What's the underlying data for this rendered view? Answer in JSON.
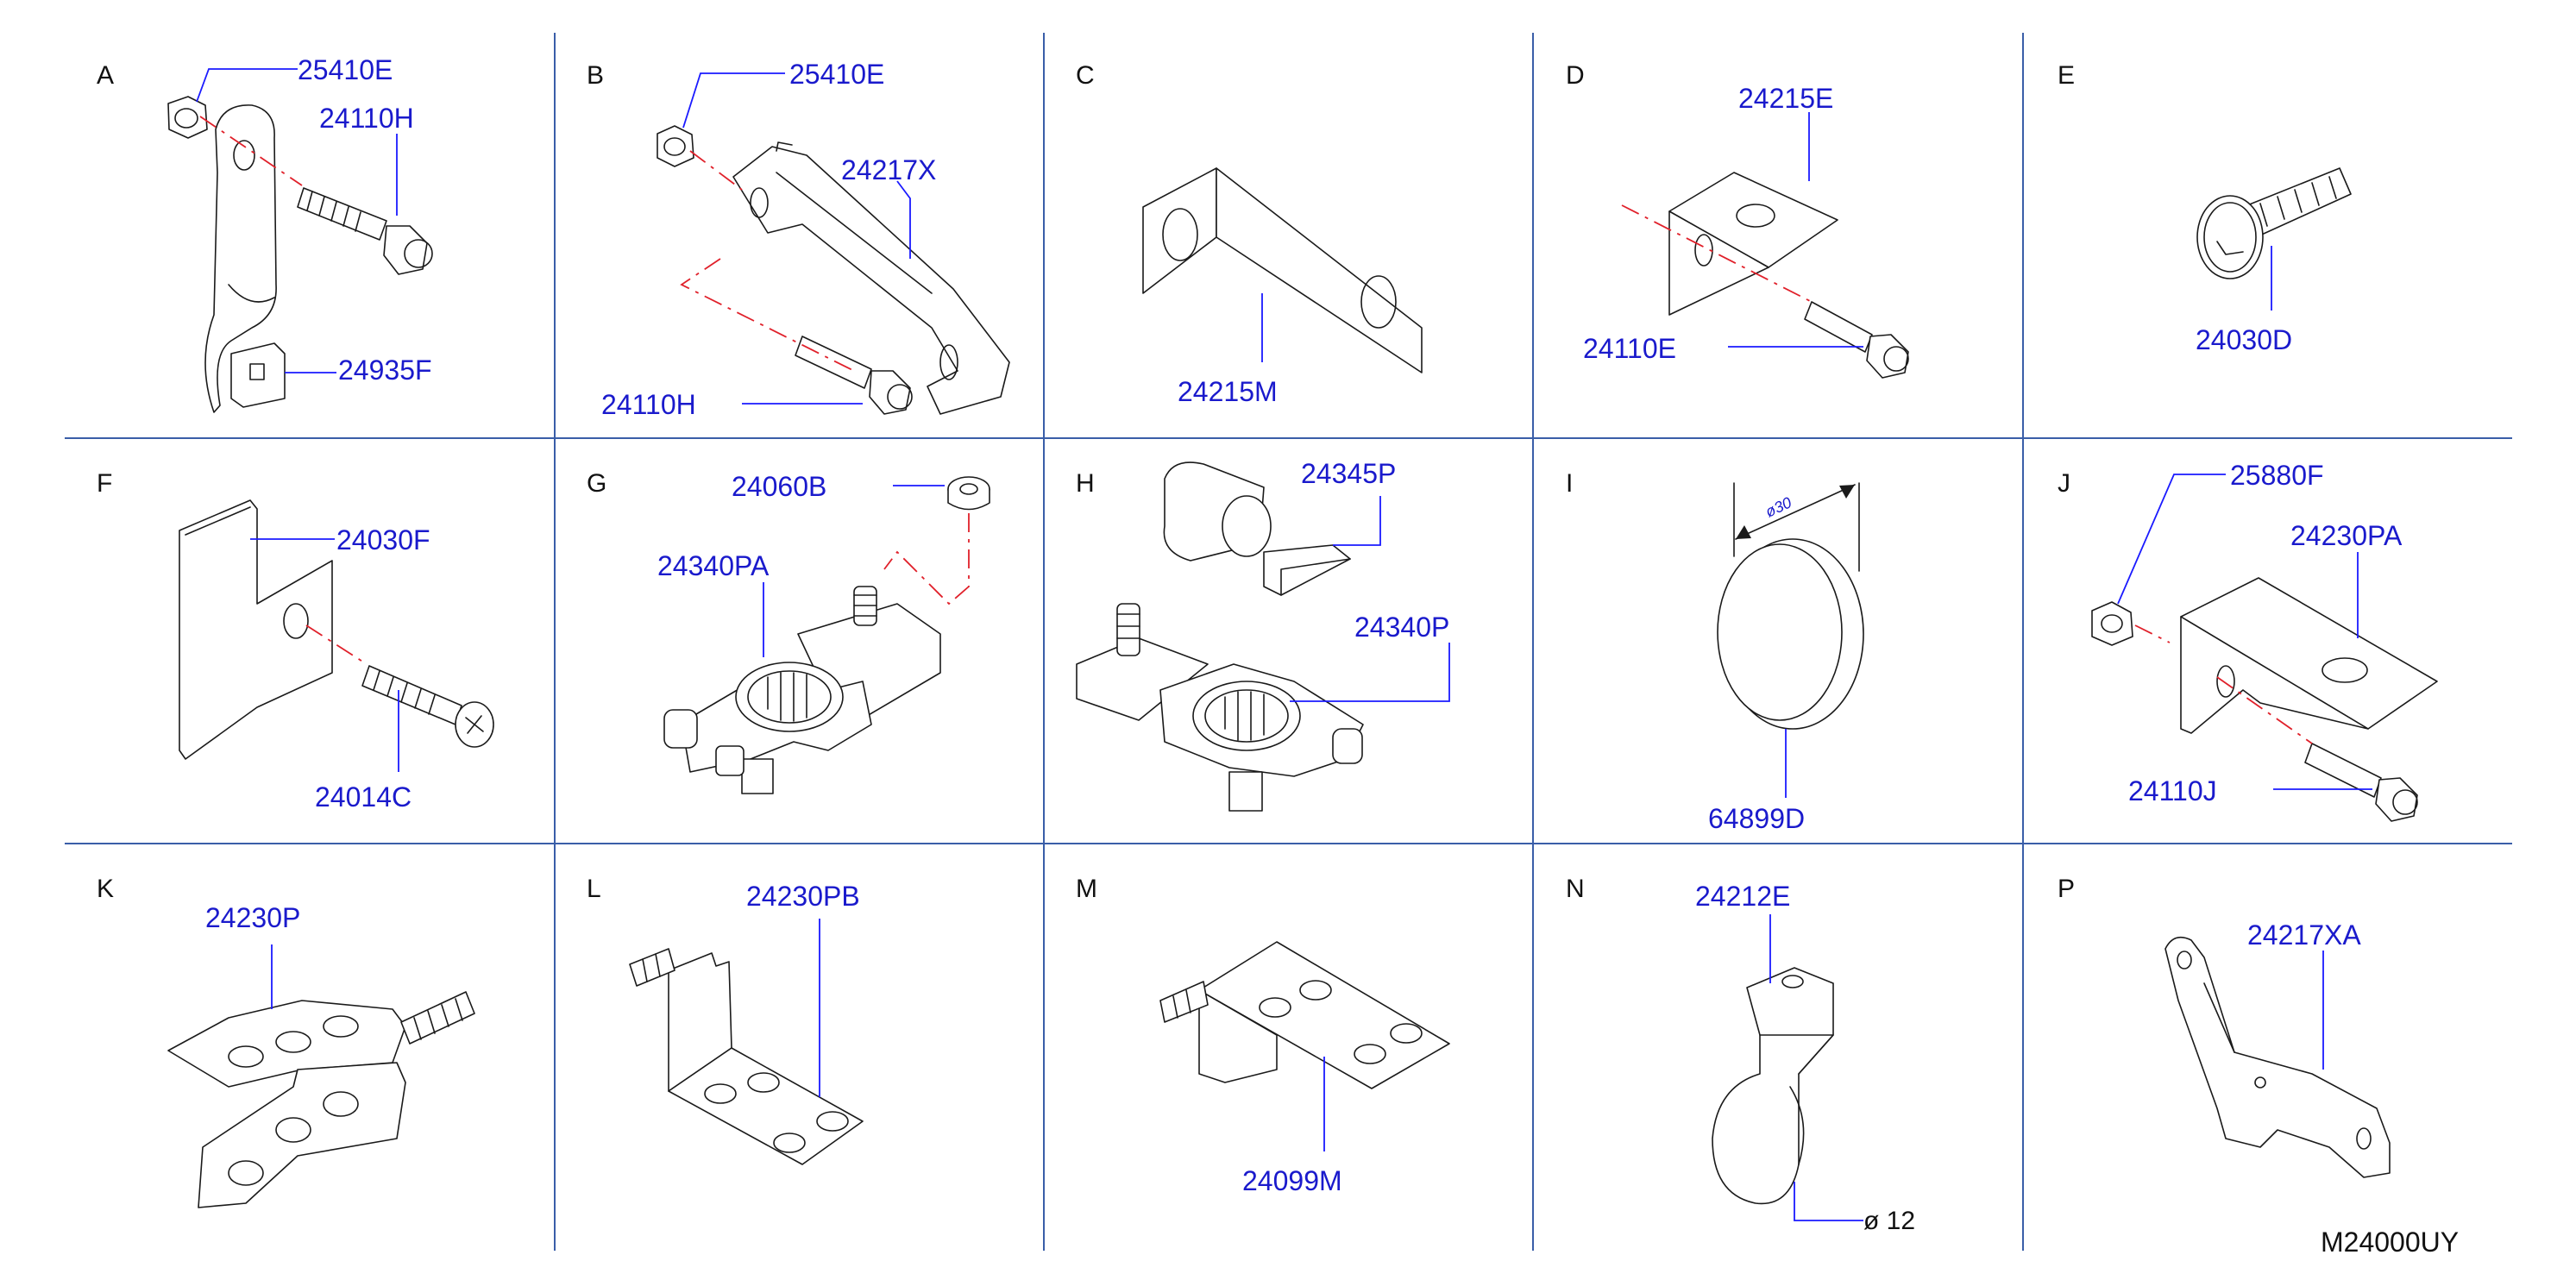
{
  "figure_code": "M24000UY",
  "panels": [
    {
      "letter": "A",
      "parts": [
        "25410E",
        "24110H",
        "24935F"
      ]
    },
    {
      "letter": "B",
      "parts": [
        "25410E",
        "24217X",
        "24110H"
      ]
    },
    {
      "letter": "C",
      "parts": [
        "24215M"
      ]
    },
    {
      "letter": "D",
      "parts": [
        "24215E",
        "24110E"
      ]
    },
    {
      "letter": "E",
      "parts": [
        "24030D"
      ]
    },
    {
      "letter": "F",
      "parts": [
        "24030F",
        "24014C"
      ]
    },
    {
      "letter": "G",
      "parts": [
        "24060B",
        "24340PA"
      ]
    },
    {
      "letter": "H",
      "parts": [
        "24345P",
        "24340P"
      ]
    },
    {
      "letter": "I",
      "parts": [
        "64899D"
      ],
      "dimension": "ø30"
    },
    {
      "letter": "J",
      "parts": [
        "25880F",
        "24230PA",
        "24110J"
      ]
    },
    {
      "letter": "K",
      "parts": [
        "24230P"
      ]
    },
    {
      "letter": "L",
      "parts": [
        "24230PB"
      ]
    },
    {
      "letter": "M",
      "parts": [
        "24099M"
      ]
    },
    {
      "letter": "N",
      "parts": [
        "24212E"
      ],
      "dimension": "ø  12"
    },
    {
      "letter": "P",
      "parts": [
        "24217XA"
      ]
    }
  ],
  "colors": {
    "grid": "#3a5ea8",
    "part_number": "#1a1acc",
    "axis": "#e0202a",
    "line_art": "#1a1a1a"
  }
}
